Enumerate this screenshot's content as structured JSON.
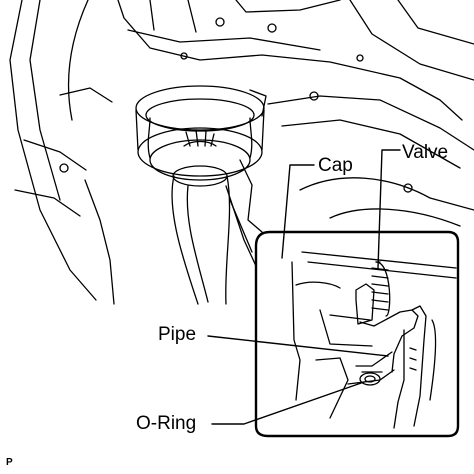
{
  "labels": {
    "cap": "Cap",
    "valve": "Valve",
    "pipe": "Pipe",
    "o_ring": "O-Ring"
  },
  "figure_code": "P",
  "colors": {
    "line": "#000000",
    "background": "#ffffff"
  }
}
